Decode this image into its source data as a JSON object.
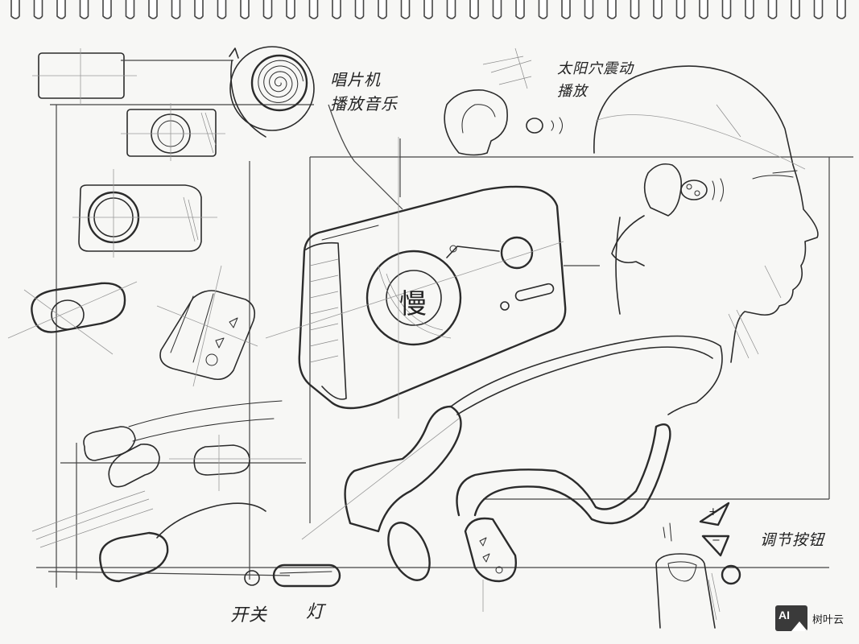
{
  "annotations": {
    "record_player": "唱片机\n播放音乐",
    "temple_vibration": "太阳穴震动\n播放",
    "adjust_buttons": "调节按钮",
    "power_switch": "开关",
    "light": "灯",
    "center_badge": "慢"
  },
  "buttons": {
    "volume_up": "+",
    "volume_down": "−"
  },
  "watermark": {
    "logo": "AI",
    "text": "树叶云"
  },
  "icons": [
    "power-icon",
    "play-icon",
    "triangle-icon",
    "spiral-record-icon"
  ]
}
